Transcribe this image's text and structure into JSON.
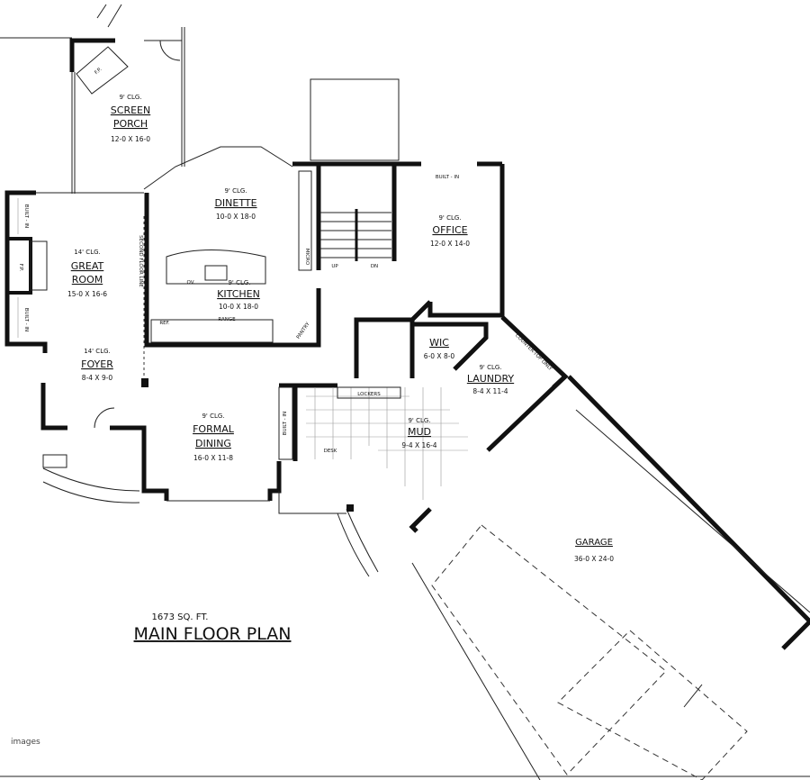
{
  "plan": {
    "area": "1673 SQ. FT.",
    "title": "MAIN FLOOR PLAN",
    "watermark": "images"
  },
  "rooms": [
    {
      "key": "porch",
      "ceiling": "9' CLG.",
      "name_lines": [
        "SCREEN",
        "PORCH"
      ],
      "dims": "12-0 X 16-0"
    },
    {
      "key": "dinette",
      "ceiling": "9' CLG.",
      "name_lines": [
        "DINETTE"
      ],
      "dims": "10-0 X 18-0"
    },
    {
      "key": "great",
      "ceiling": "14' CLG.",
      "name_lines": [
        "GREAT",
        "ROOM"
      ],
      "dims": "15-0 X 16-6"
    },
    {
      "key": "kitchen",
      "ceiling": "9' CLG.",
      "name_lines": [
        "KITCHEN"
      ],
      "dims": "10-0 X 18-0"
    },
    {
      "key": "foyer",
      "ceiling": "14' CLG.",
      "name_lines": [
        "FOYER"
      ],
      "dims": "8-4 X 9-0"
    },
    {
      "key": "office",
      "ceiling": "9' CLG.",
      "name_lines": [
        "OFFICE"
      ],
      "dims": "12-0 X 14-0"
    },
    {
      "key": "wic",
      "ceiling": "",
      "name_lines": [
        "WIC"
      ],
      "dims": "6-0 X 8-0"
    },
    {
      "key": "laundry",
      "ceiling": "9' CLG.",
      "name_lines": [
        "LAUNDRY"
      ],
      "dims": "8-4 X 11-4"
    },
    {
      "key": "mud",
      "ceiling": "9' CLG.",
      "name_lines": [
        "MUD"
      ],
      "dims": "9-4 X 16-4"
    },
    {
      "key": "dining",
      "ceiling": "9' CLG.",
      "name_lines": [
        "FORMAL",
        "DINING"
      ],
      "dims": "16-0 X 11-8"
    },
    {
      "key": "garage",
      "ceiling": "",
      "name_lines": [
        "GARAGE"
      ],
      "dims": "36-0 X 24-0"
    }
  ],
  "fixtures": {
    "fireplace": "F.P.",
    "built_in": "BUILT - IN",
    "micro": "MICRO",
    "pantry": "PANTRY",
    "second_floor_line": "SECOND FLOOR LINE",
    "up": "UP",
    "dn": "DN",
    "lockers": "LOCKERS",
    "desk": "DESK",
    "countertop": "COUNTER-TOP ONLY",
    "range": "RANGE",
    "ref": "REF.",
    "oven": "OV."
  }
}
